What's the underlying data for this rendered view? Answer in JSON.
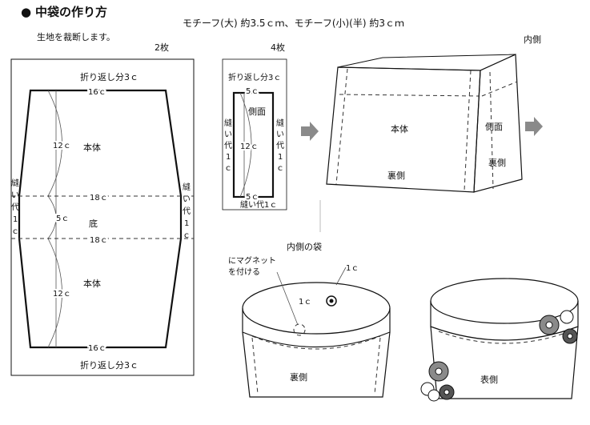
{
  "header": {
    "bullet": "●",
    "title": "中袋の作り方",
    "motif_note": "モチーフ(大) 約3.5ｃｍ、モチーフ(小)(半) 約3ｃｍ",
    "cut_note": "生地を裁断します。"
  },
  "pattern_main": {
    "count": "2枚",
    "fold_top": "折り返し分3ｃ",
    "fold_bottom": "折り返し分3ｃ",
    "top_width": "16ｃ",
    "bottom_width": "16ｃ",
    "body_top": "本体",
    "body_bottom": "本体",
    "bottom_label": "底",
    "height_top": "12ｃ",
    "height_bottom": "12ｃ",
    "bottom_height": "5ｃ",
    "line_18_top": "18ｃ",
    "line_18_bottom": "18ｃ",
    "seam_left": [
      "縫",
      "い",
      "代",
      "1",
      "ｃ"
    ],
    "seam_right": [
      "縫",
      "い",
      "代",
      "1",
      "ｃ"
    ]
  },
  "pattern_side": {
    "count": "4枚",
    "fold": "折り返し分3ｃ",
    "top_width": "5ｃ",
    "bottom_width": "5ｃ",
    "label": "側面",
    "height": "12ｃ",
    "seam_bottom": "縫い代1ｃ",
    "seam_left": [
      "縫",
      "い",
      "代",
      "1",
      "ｃ"
    ],
    "seam_right": [
      "縫",
      "い",
      "代",
      "1",
      "ｃ"
    ]
  },
  "sewn_bag": {
    "inner_label": "内側",
    "body": "本体",
    "side": "側面",
    "back": "裏側"
  },
  "inner_bag": {
    "heading": "内側の袋",
    "magnet_note_1": "にマグネット",
    "magnet_note_2": "を付ける",
    "seam_1c_a": "1ｃ",
    "seam_1c_b": "1ｃ",
    "back": "裏側"
  },
  "finished_bag": {
    "front": "表側"
  },
  "colors": {
    "line": "#111111",
    "arrow": "#8a8a8a",
    "flower_dark": "#555555",
    "flower_mid": "#8a8a8a"
  }
}
